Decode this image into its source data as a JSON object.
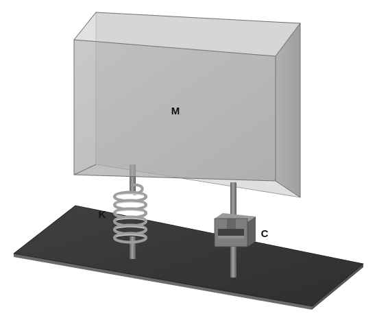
{
  "diagram": {
    "mass_label": "M",
    "spring_label": "K",
    "damper_label": "C"
  },
  "colors": {
    "background": "#ffffff",
    "base_plate_top": "#3a3a3a",
    "base_plate_edge": "#6e6e6e",
    "mass_glass": "#9a9a9a",
    "mass_edge": "#6f6f6f",
    "rod": "#7d7d7d",
    "coil": "#a6a6a6",
    "damper_body": "#7f7f7f"
  }
}
